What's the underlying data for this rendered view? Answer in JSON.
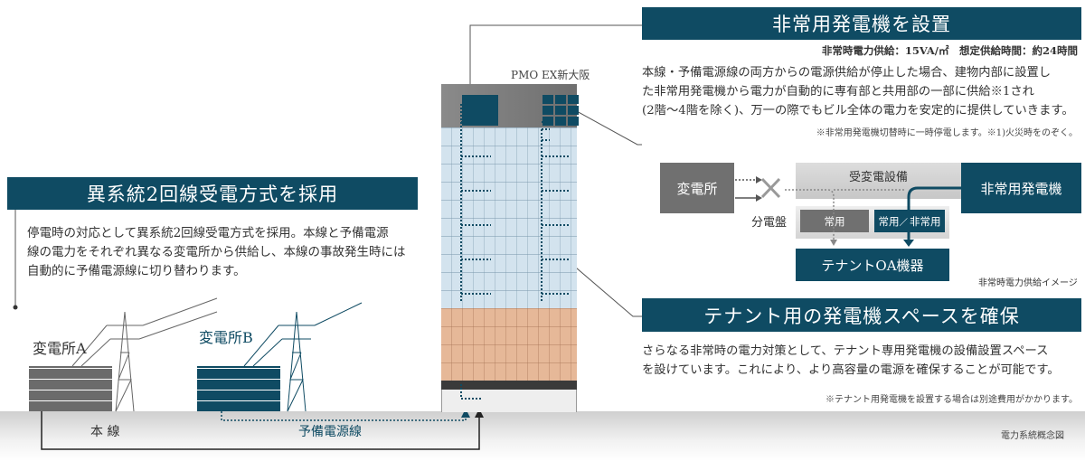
{
  "section1": {
    "title": "非常用発電機を設置",
    "spec": "非常時電力供給：15VA/㎡　想定供給時間：約24時間",
    "body": [
      "本線・予備電源線の両方からの電源供給が停止した場合、建物内部に設置し",
      "た非常用発電機から電力が自動的に専有部と共用部の一部に供給※1され",
      "(2階〜4階を除く)、万一の際でもビル全体の電力を安定的に提供していきます。"
    ],
    "note": "※非常用発電機切替時に一時停電します。※1)火災時をのぞく。"
  },
  "diagram": {
    "substation": "変電所",
    "receiving": "受変電設備",
    "generator": "非常用発電機",
    "panel_label": "分電盤",
    "normal": "常用",
    "normal_emergency": "常用／非常用",
    "tenant": "テナントOA機器",
    "caption": "非常時電力供給イメージ"
  },
  "section2": {
    "title": "異系統2回線受電方式を採用",
    "body": [
      "停電時の対応として異系統2回線受電方式を採用。本線と予備電源",
      "線の電力をそれぞれ異なる変電所から供給し、本線の事故発生時には",
      "自動的に予備電源線に切り替わります。"
    ]
  },
  "section3": {
    "title": "テナント用の発電機スペースを確保",
    "body": [
      "さらなる非常時の電力対策として、テナント専用発電機の設備設置スペース",
      "を設けています。これにより、より高容量の電源を確保することが可能です。"
    ],
    "note": "※テナント用発電機を設置する場合は別途費用がかかります。"
  },
  "building": {
    "name": "PMO EX新大阪"
  },
  "substations": {
    "a": "変電所A",
    "b": "変電所B"
  },
  "lines": {
    "main": "本 線",
    "backup": "予備電源線"
  },
  "figure_caption": "電力系統概念図",
  "colors": {
    "teal": "#0f4b63",
    "gray": "#707070"
  }
}
